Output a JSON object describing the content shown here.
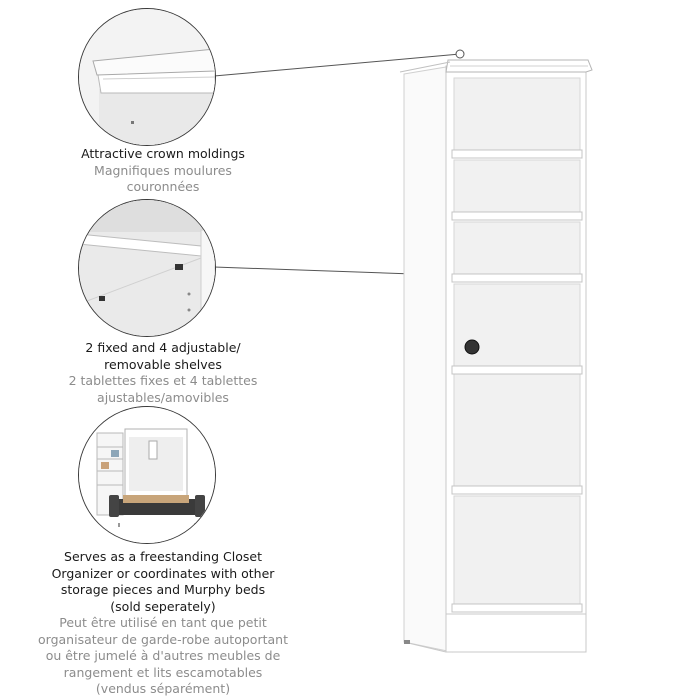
{
  "features": [
    {
      "icon": "crown-molding-closeup",
      "en": [
        "Attractive crown moldings"
      ],
      "fr": [
        "Magnifiques moulures",
        "couronnées"
      ]
    },
    {
      "icon": "shelf-pin-closeup",
      "en": [
        "2 fixed and 4 adjustable/",
        "removable shelves"
      ],
      "fr": [
        "2 tablettes fixes et 4 tablettes",
        "ajustables/amovibles"
      ]
    },
    {
      "icon": "murphy-bed-closet-closeup",
      "en": [
        "Serves as a freestanding Closet",
        "Organizer or coordinates with other",
        "storage pieces and Murphy beds",
        "(sold seperately)"
      ],
      "fr": [
        "Peut être utilisé en tant que petit",
        "organisateur de garde-robe autoportant",
        "ou être jumelé à d'autres meubles de",
        "rangement et lits escamotables",
        "(vendus séparément)"
      ]
    }
  ],
  "colors": {
    "cabinet": "#ffffff",
    "outline": "#c8c8c8",
    "shadow": "#e6e6e6",
    "text": "#1a1a1a",
    "subtext": "#8c8c8c"
  }
}
